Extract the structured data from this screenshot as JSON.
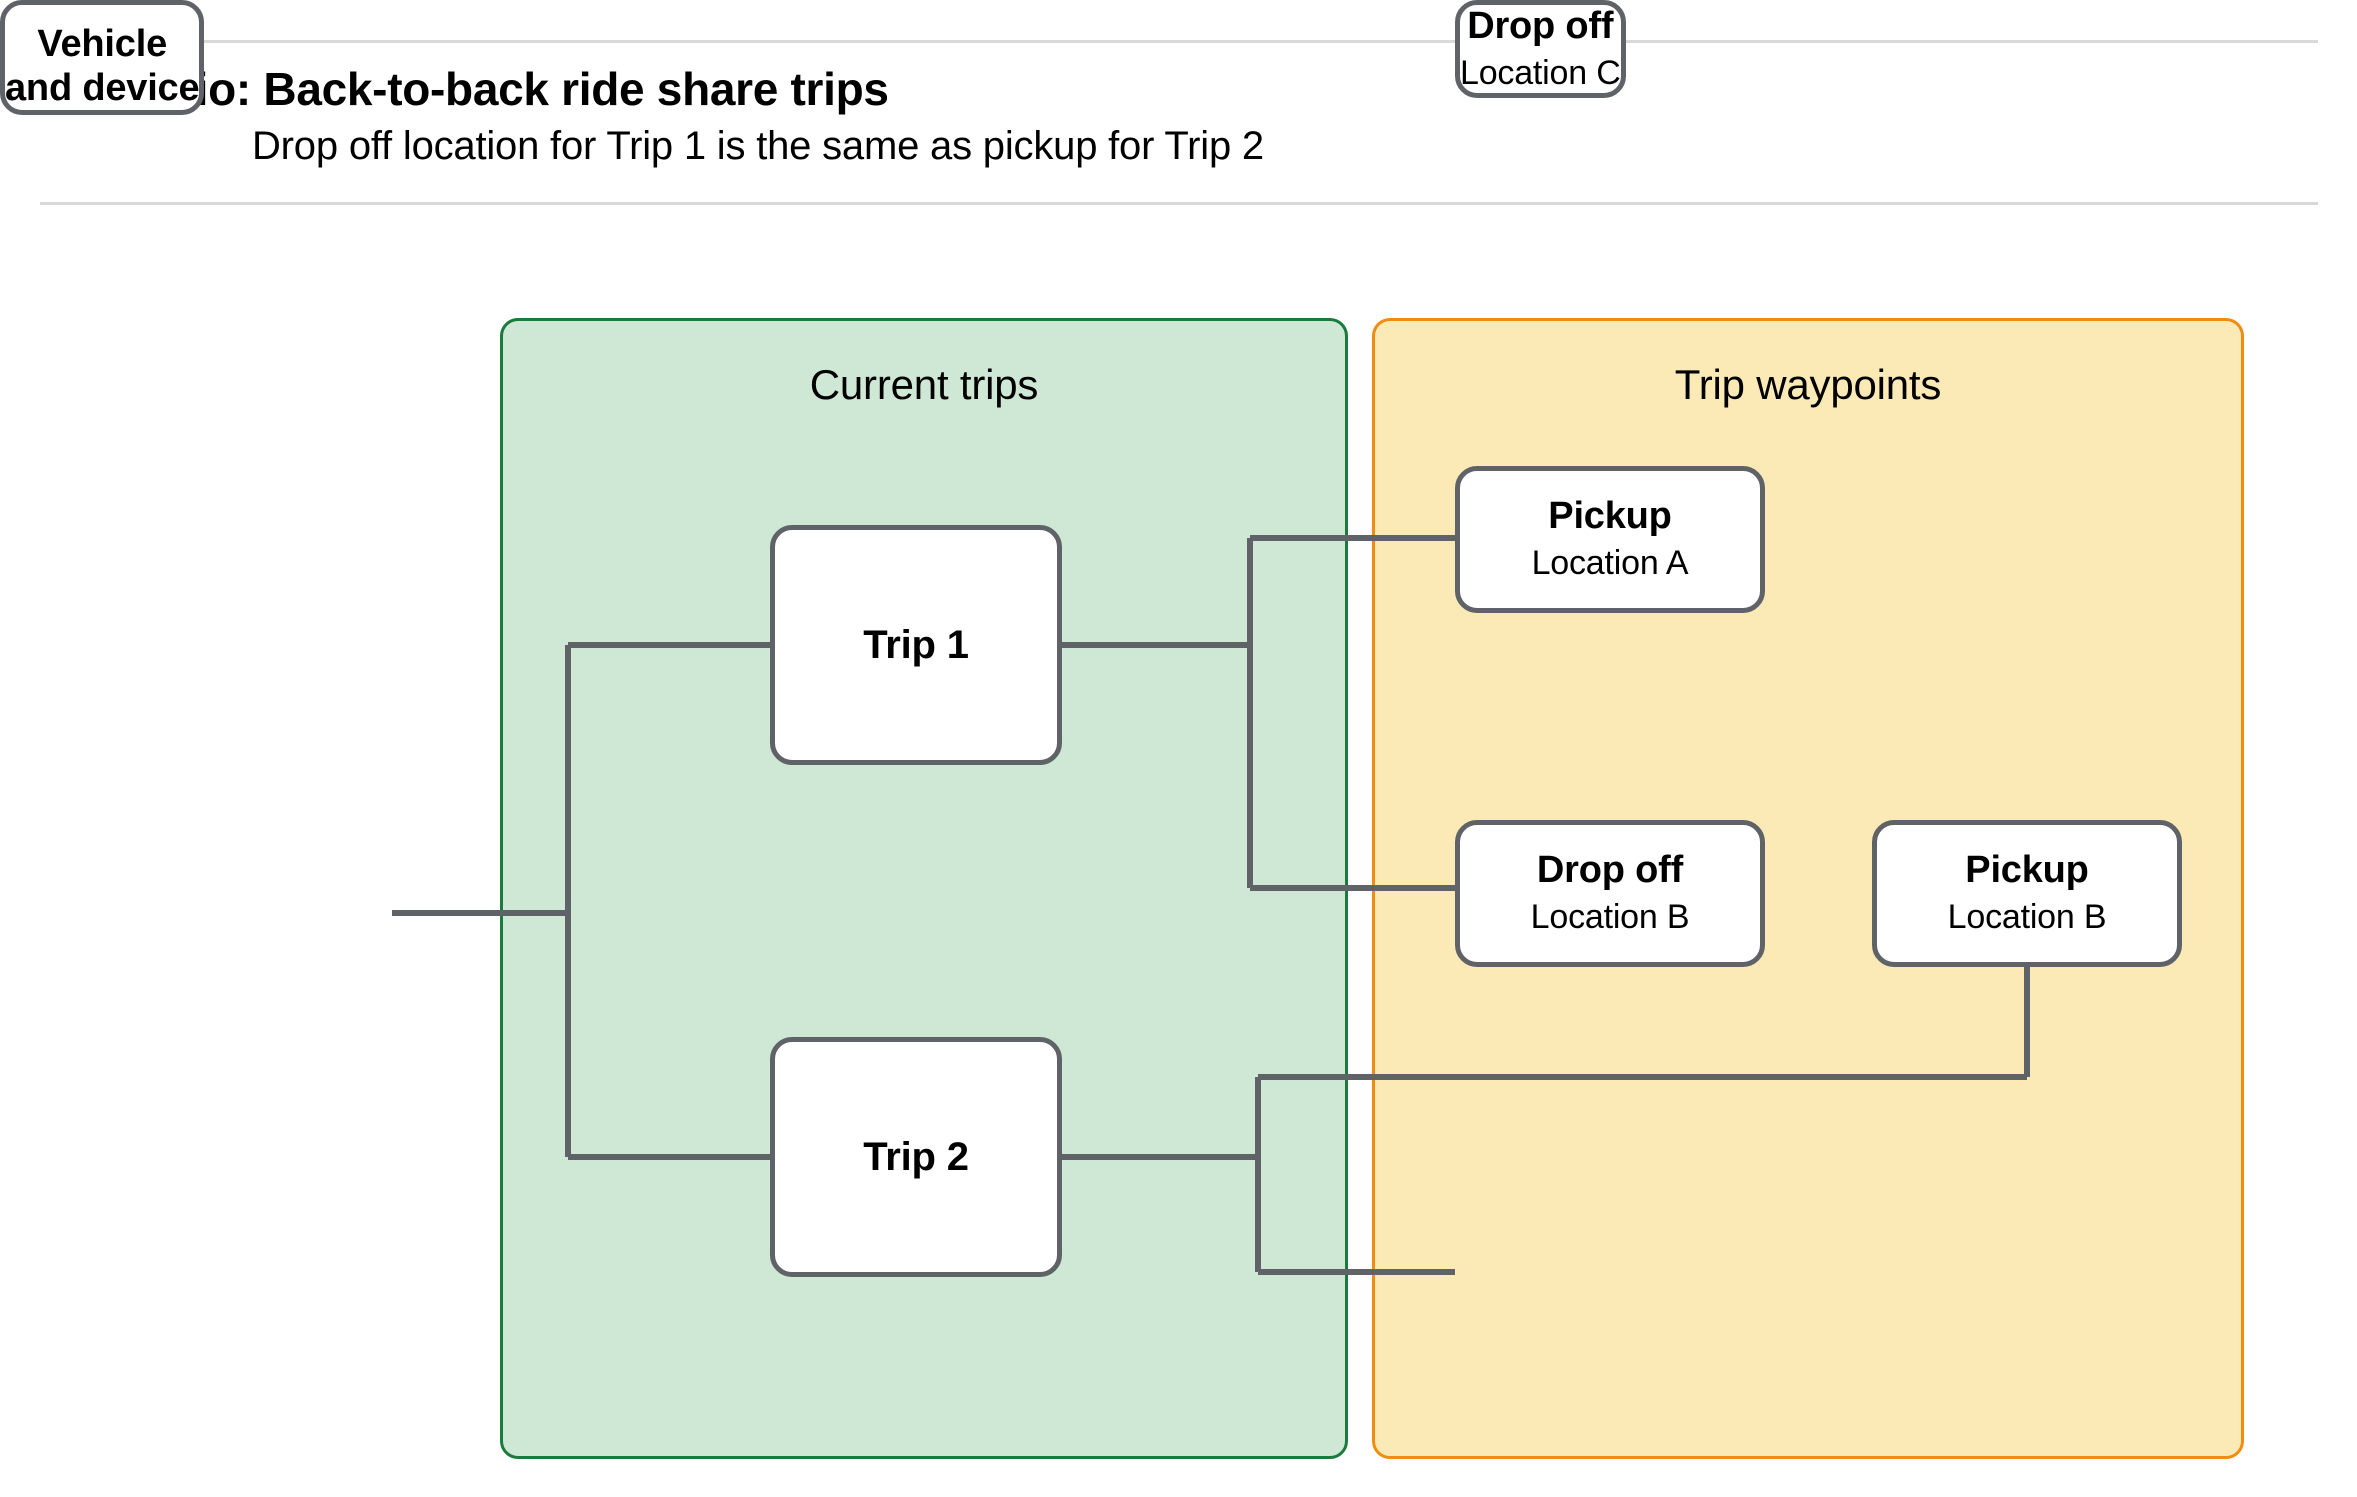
{
  "header": {
    "title": "Scenario: Back-to-back ride share trips",
    "subtitle": "Drop off  location for Trip 1 is the same as pickup for Trip 2"
  },
  "panels": {
    "current_trips": {
      "title": "Current trips",
      "fill": "#cfe7d5",
      "stroke": "#1b7a3c"
    },
    "trip_waypoints": {
      "title": "Trip waypoints",
      "fill": "#fbeab5",
      "stroke": "#f08c12"
    }
  },
  "vehicle": {
    "line1": "Vehicle",
    "line2": "and device",
    "icon": "devices-icon",
    "fill": "#e6edfd",
    "stroke": "#1557c0"
  },
  "trips": [
    {
      "label": "Trip 1"
    },
    {
      "label": "Trip 2"
    }
  ],
  "waypoints": [
    {
      "type": "Pickup",
      "location": "Location A"
    },
    {
      "type": "Drop off",
      "location": "Location B"
    },
    {
      "type": "Pickup",
      "location": "Location B"
    },
    {
      "type": "Drop off",
      "location": "Location C"
    }
  ],
  "colors": {
    "connector": "#5f6368",
    "node_border": "#5f6368",
    "divider": "#d9d9d9",
    "text": "#000000"
  }
}
